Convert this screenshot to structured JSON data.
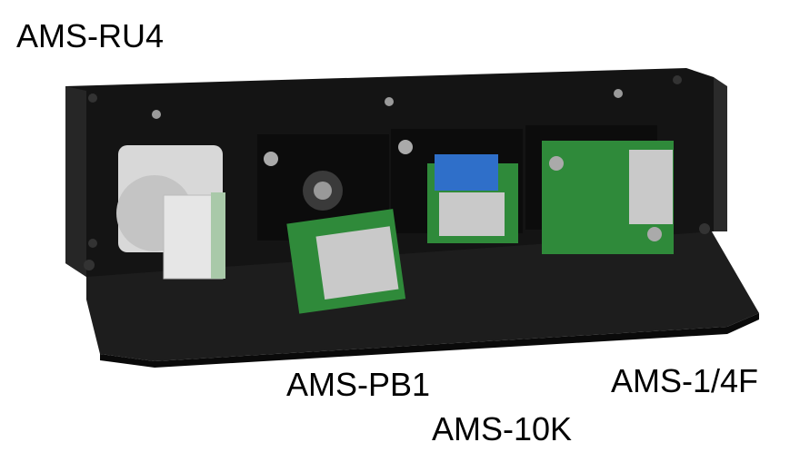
{
  "labels": {
    "ru4": "AMS-RU4",
    "pb1": "AMS-PB1",
    "k10": "AMS-10K",
    "f14": "AMS-1/4F"
  },
  "colors": {
    "panel": "#161616",
    "pcb": "#2f8a3a",
    "terminal": "#c9c9c9",
    "relay": "#2f6fc9"
  }
}
